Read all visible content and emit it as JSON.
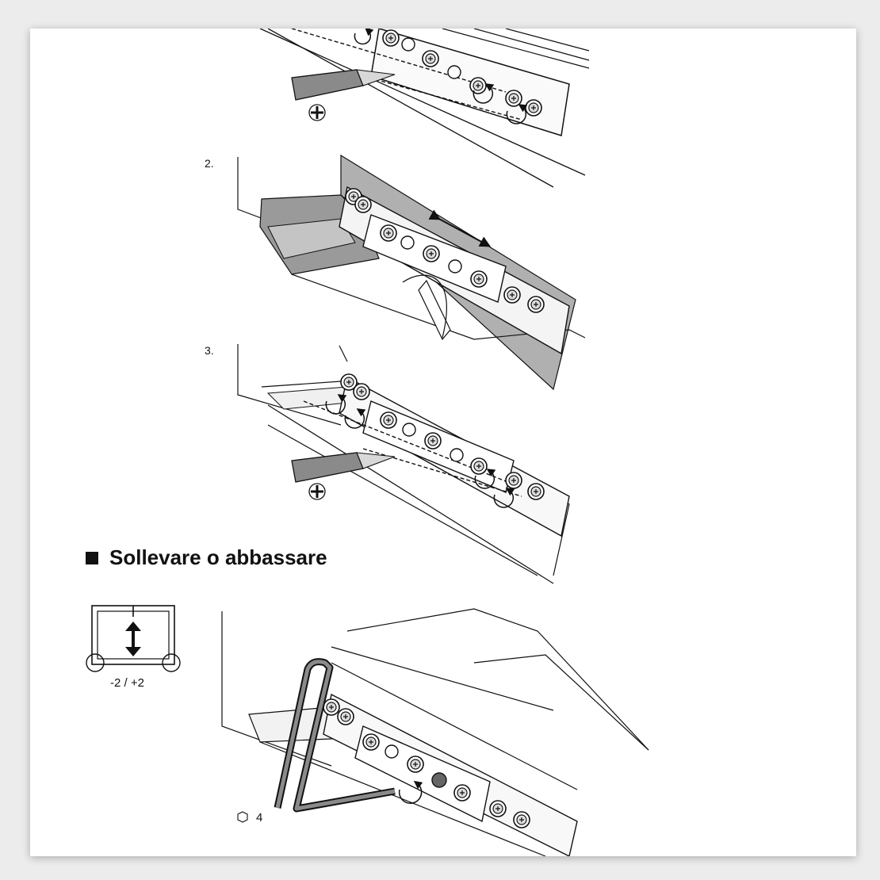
{
  "steps": [
    "2.",
    "3."
  ],
  "section": {
    "title": "Sollevare o abbassare",
    "bullet_icon": "square-bullet-icon"
  },
  "adjustment": {
    "range": "-2 / +2",
    "icon": "vertical-adjust-icon"
  },
  "tool": {
    "size": "4",
    "icon": "hex-key-icon"
  },
  "colors": {
    "ink": "#1a1a1a",
    "shade": "#8a8a8a",
    "frame": "#b8b8b8"
  }
}
